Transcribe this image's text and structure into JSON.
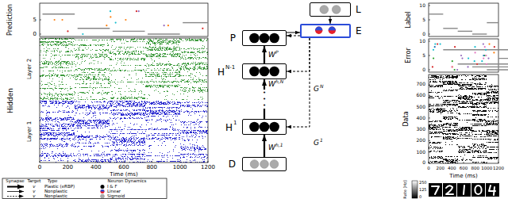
{
  "diagram": {
    "nodes": [
      {
        "text": [
          "L"
        ]
      },
      {
        "text": [
          "E"
        ]
      },
      {
        "text": [
          "P"
        ]
      },
      {
        "text": [
          "H",
          "N-1"
        ]
      },
      {
        "text": [
          "H",
          "1"
        ]
      },
      {
        "text": [
          "D"
        ]
      }
    ],
    "edges": [
      {
        "from": 5,
        "to": 4,
        "arrow": "to"
      },
      {
        "from": 4,
        "to": 3,
        "arrow": "to"
      },
      {
        "from": 3,
        "to": 2,
        "arrow": "to"
      },
      {
        "from": 0,
        "to": 1,
        "arrow": "to"
      },
      {
        "from": 2,
        "to": 1,
        "arrow": "to"
      },
      {
        "from": 1,
        "to": 2,
        "arrow": "to"
      },
      {
        "from": 1,
        "to": 3,
        "arrow": "to"
      },
      {
        "from": 1,
        "to": 4,
        "arrow": "to"
      }
    ],
    "labels": [
      "Prediction",
      "5",
      "0",
      "Hidden",
      "Layer 2",
      "Layer 1",
      "0",
      "200",
      "400",
      "600",
      "800",
      "1000",
      "1200",
      "Time (ms)",
      "Synapse",
      "Target",
      "Type",
      "Neuron Dynamics",
      "v",
      "v",
      "v",
      "W",
      "P",
      "W",
      "h,N",
      "G",
      "N",
      "• • •",
      "G",
      "1",
      "W",
      "h,1",
      "Label",
      "10",
      "5",
      "0",
      "Error",
      "10",
      "5",
      "0",
      "Data",
      "700",
      "600",
      "500",
      "400",
      "300",
      "200",
      "100",
      "0",
      "0",
      "200",
      "400",
      "600",
      "800",
      "1000",
      "1200",
      "Time (ms)",
      "Rate [Hz]",
      "250",
      "125",
      "0"
    ],
    "legend": [
      {
        "text": "Plastic (eRBP)"
      },
      {
        "text": "I & F"
      },
      {
        "text": "Nonplastic"
      },
      {
        "text": "Linear"
      },
      {
        "text": "Nonplastic"
      },
      {
        "text": "Sigmoid"
      }
    ]
  }
}
